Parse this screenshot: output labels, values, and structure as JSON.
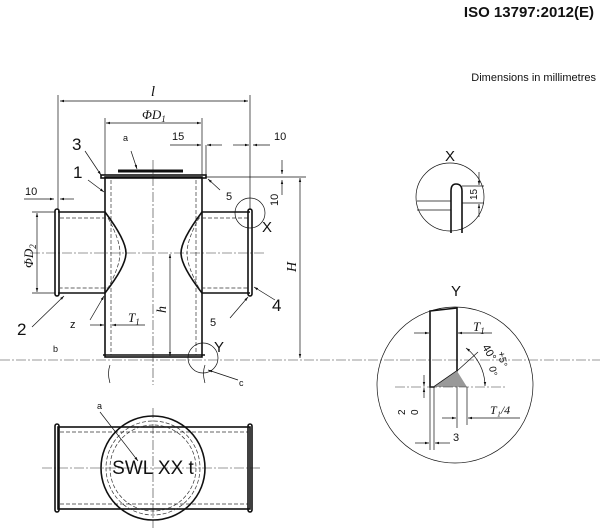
{
  "header": {
    "standard": "ISO 13797:2012(E)",
    "units_note": "Dimensions in millimetres"
  },
  "front_view": {
    "dimensions": {
      "overall_length": "l",
      "main_diameter": "ΦD",
      "main_diameter_sub": "1",
      "branch_diameter": "ΦD",
      "branch_diameter_sub": "2",
      "height": "H",
      "centre_height": "h",
      "thickness": "T",
      "thickness_sub": "1",
      "left_flange": "10",
      "top_offset": "15",
      "right_flange": "10",
      "vertical_10": "10"
    },
    "item_numbers": [
      "1",
      "2",
      "3",
      "4"
    ],
    "notes": {
      "a": "a",
      "b": "b",
      "c": "c"
    },
    "weld_sizes": {
      "top": "5",
      "branch_left": "z",
      "branch_right": "5"
    },
    "detail_refs": {
      "x": "X",
      "y": "Y"
    }
  },
  "top_view": {
    "marking": "SWL XX t",
    "note": "a"
  },
  "detail_x": {
    "title": "X",
    "dim": "15"
  },
  "detail_y": {
    "title": "Y",
    "thickness": "T",
    "thickness_sub": "1",
    "angle": "40°",
    "angle_tol": "+5°",
    "angle_tol2": "0°",
    "root_face": "T₁/4",
    "gap": "3",
    "dim_2": "2",
    "dim_0": "0"
  }
}
